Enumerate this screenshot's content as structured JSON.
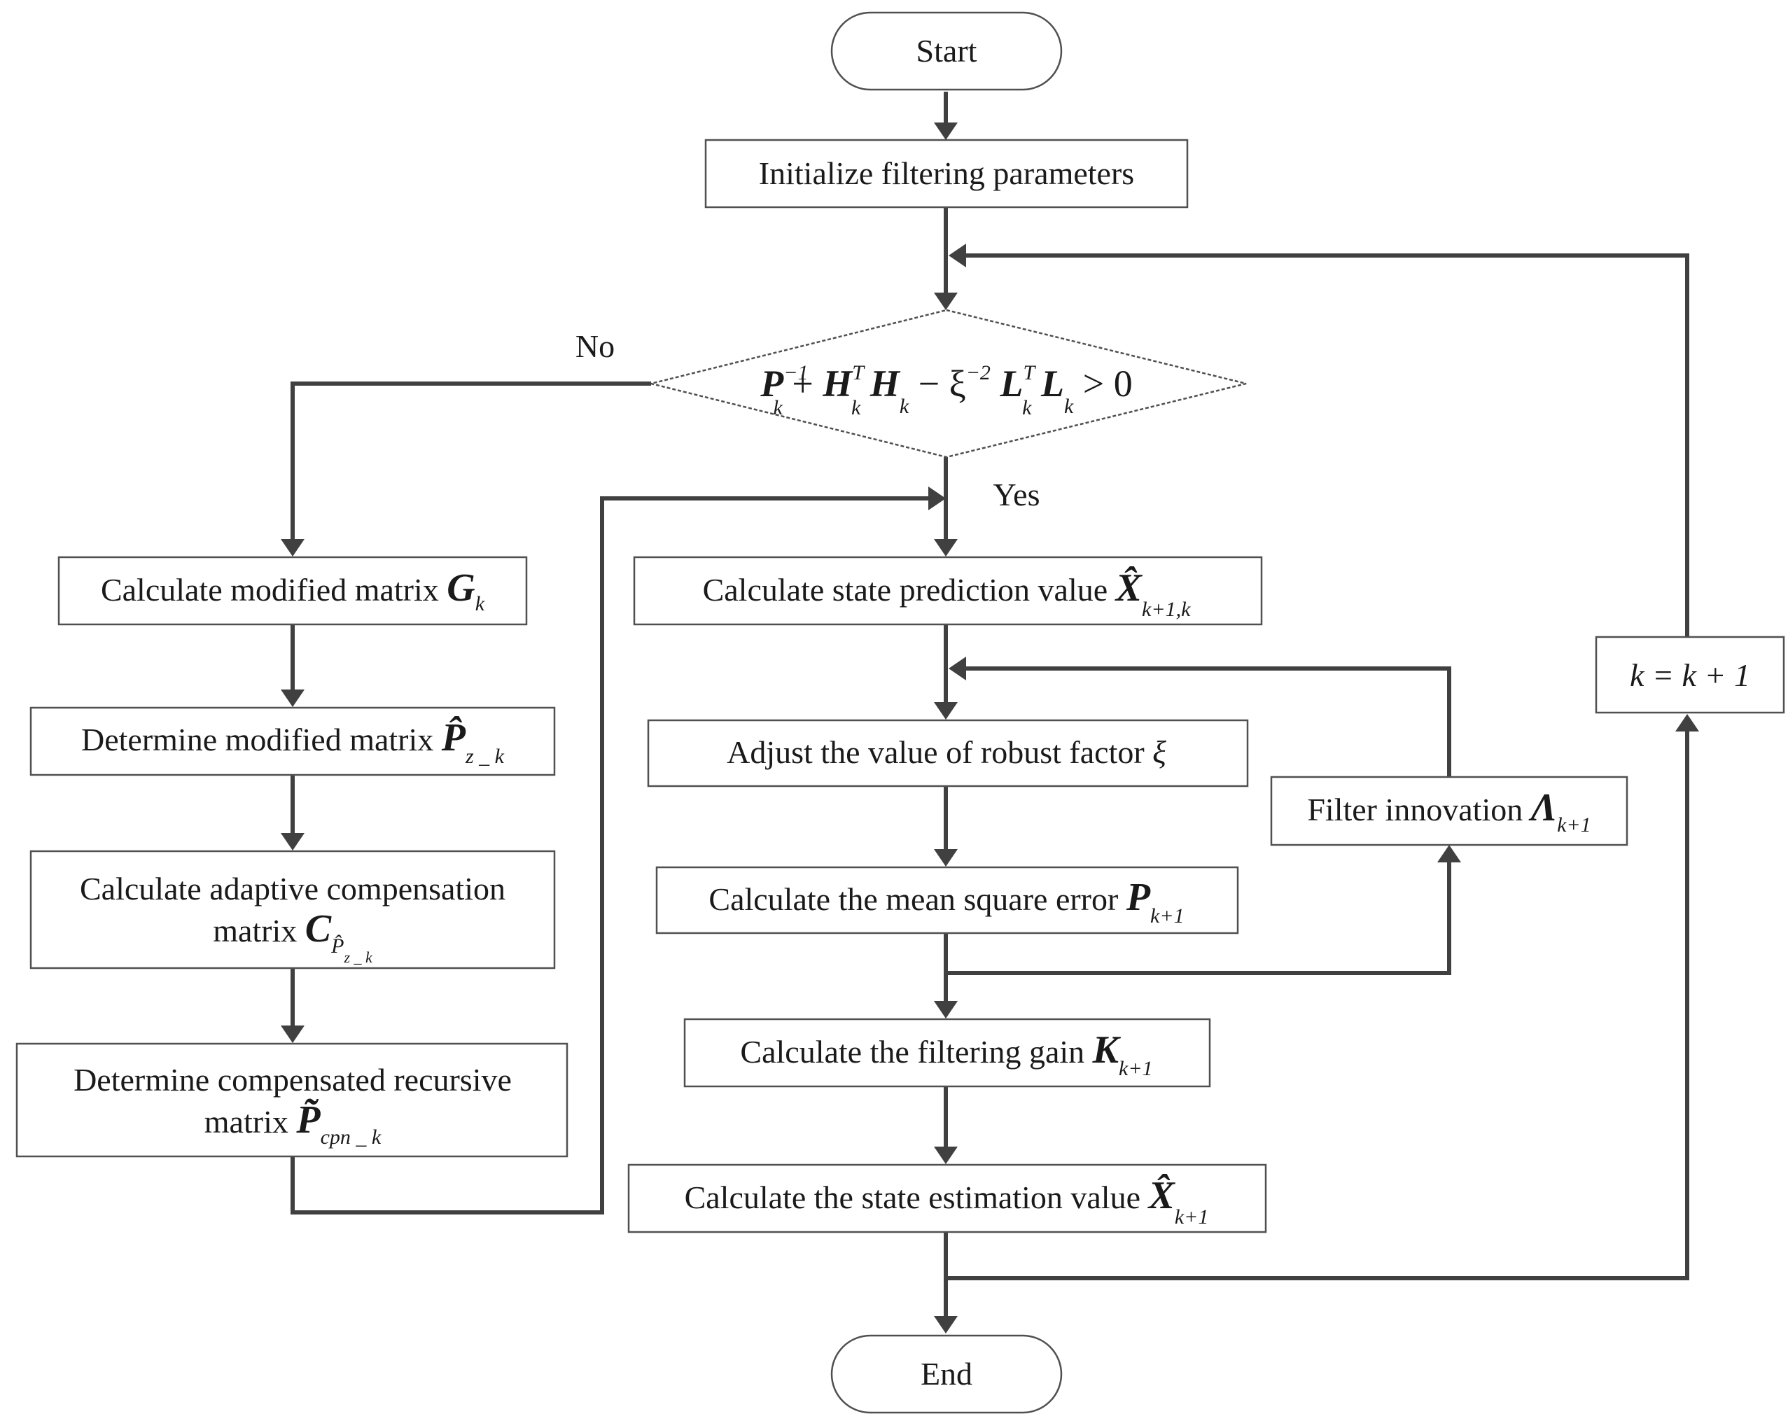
{
  "terminals": {
    "start": "Start",
    "end": "End"
  },
  "nodes": {
    "init": "Initialize filtering parameters",
    "decision": {
      "P": "P",
      "P_sup": "−1",
      "P_sub": "k",
      "plus": " + ",
      "H1": "H",
      "H1_sup": "T",
      "H1_sub": "k",
      "H2": "H",
      "H2_sub": "k",
      "minus": " − ξ",
      "xi_sup": "−2",
      "L1": "L",
      "L1_sup": "T",
      "L1_sub": "k",
      "L2": "L",
      "L2_sub": "k",
      "tail": " > 0"
    },
    "calc_G": {
      "text": "Calculate modified matrix ",
      "sym": "G",
      "sub": "k"
    },
    "det_P": {
      "text": "Determine modified matrix ",
      "sym": "P̂",
      "sub": "z _ k"
    },
    "calc_C": {
      "line1": "Calculate adaptive compensation",
      "line2": "matrix ",
      "sym": "C",
      "sub": "P̂",
      "subsub": "z _ k"
    },
    "det_Ptilde": {
      "line1": "Determine  compensated recursive",
      "line2": "matrix ",
      "sym": "P̃",
      "sub": "cpn _ k"
    },
    "state_pred": {
      "text": "Calculate  state prediction value ",
      "sym": "X̂",
      "sub": "k+1,k"
    },
    "adjust_xi": {
      "text": "Adjust the value of robust factor ",
      "sym": "ξ"
    },
    "mse": {
      "text": "Calculate the mean square error ",
      "sym": "P",
      "sub": "k+1"
    },
    "filter_innov": {
      "text": "Filter innovation ",
      "sym": "Λ",
      "sub": "k+1"
    },
    "gain": {
      "text": "Calculate the filtering gain ",
      "sym": "K",
      "sub": "k+1"
    },
    "state_est": {
      "text": "Calculate the state estimation value ",
      "sym": "X̂",
      "sub": "k+1"
    },
    "increment": "k = k + 1"
  },
  "edge_labels": {
    "no": "No",
    "yes": "Yes"
  },
  "colors": {
    "line": "#404040",
    "border": "#505050",
    "text": "#1a1a1a",
    "background": "#ffffff"
  }
}
